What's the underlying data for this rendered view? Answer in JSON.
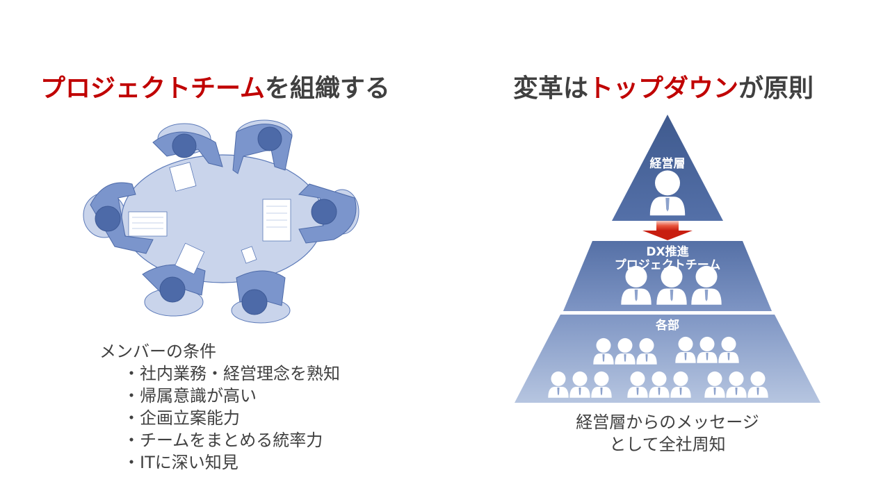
{
  "slide": {
    "left_title": {
      "highlight": "プロジェクトチーム",
      "rest": "を組織する"
    },
    "right_title": {
      "lead": "変革は",
      "highlight": "トップダウン",
      "rest": "が原則"
    },
    "member_conditions": {
      "heading": "メンバーの条件",
      "items": [
        "・社内業務・経営理念を熟知",
        "・帰属意識が高い",
        "・企画立案能力",
        "・チームをまとめる統率力",
        "・ITに深い知見"
      ]
    },
    "pyramid": {
      "tiers": [
        {
          "label": "経営層",
          "people_count": 1
        },
        {
          "label_line1": "DX推進",
          "label_line2": "プロジェクトチーム",
          "people_count": 3
        },
        {
          "label": "各部",
          "people_count": 15
        }
      ],
      "arrow": "down-arrow"
    },
    "caption": {
      "line1": "経営層からのメッセージ",
      "line2": "として全社周知"
    },
    "colors": {
      "accent_red": "#c00000",
      "text_gray": "#404040",
      "pyramid_top": "#3f5a8e",
      "pyramid_bottom": "#b4c3df",
      "illustration_blue": "#5b79b8",
      "illustration_light": "#c9d4eb"
    }
  }
}
